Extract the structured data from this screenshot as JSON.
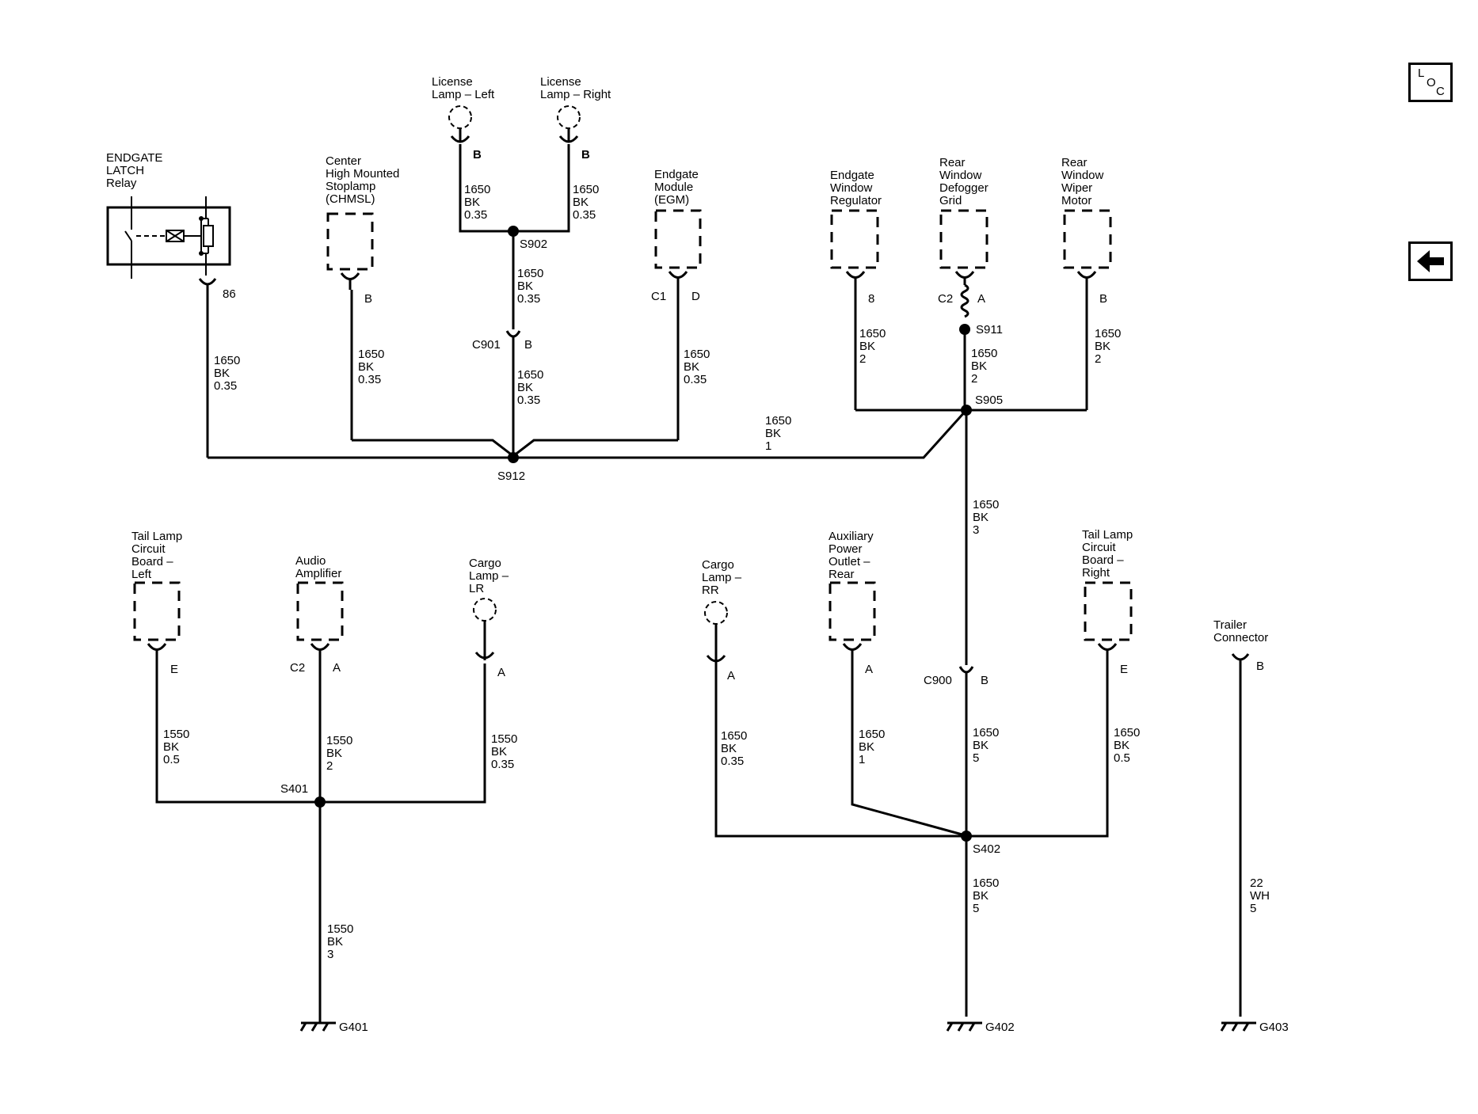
{
  "nav": {
    "loc_button": {
      "l": "L",
      "o": "O",
      "c": "C",
      "icon": "loc-icon"
    },
    "back_button": {
      "icon": "arrow-left-icon"
    }
  },
  "components": {
    "endgate_latch_relay": {
      "label": [
        "ENDGATE",
        "LATCH",
        "Relay"
      ],
      "pin": "86"
    },
    "chmsl": {
      "label": [
        "Center",
        "High Mounted",
        "Stoplamp",
        "(CHMSL)"
      ],
      "pin": "B"
    },
    "license_left": {
      "label": [
        "License",
        "Lamp – Left"
      ],
      "pin": "B"
    },
    "license_right": {
      "label": [
        "License",
        "Lamp – Right"
      ],
      "pin": "B"
    },
    "egm": {
      "label": [
        "Endgate",
        "Module",
        "(EGM)"
      ],
      "conn": "C1",
      "pin": "D"
    },
    "window_regulator": {
      "label": [
        "Endgate",
        "Window",
        "Regulator"
      ],
      "pin": "8"
    },
    "defogger": {
      "label": [
        "Rear",
        "Window",
        "Defogger",
        "Grid"
      ],
      "conn": "C2",
      "pin": "A"
    },
    "wiper_motor": {
      "label": [
        "Rear",
        "Window",
        "Wiper",
        "Motor"
      ],
      "pin": "B"
    },
    "tail_left": {
      "label": [
        "Tail Lamp",
        "Circuit",
        "Board –",
        "Left"
      ],
      "pin": "E"
    },
    "audio_amp": {
      "label": [
        "Audio",
        "Amplifier"
      ],
      "conn": "C2",
      "pin": "A"
    },
    "cargo_lr": {
      "label": [
        "Cargo",
        "Lamp –",
        "LR"
      ],
      "pin": "A"
    },
    "cargo_rr": {
      "label": [
        "Cargo",
        "Lamp –",
        "RR"
      ],
      "pin": "A"
    },
    "aux_outlet": {
      "label": [
        "Auxiliary",
        "Power",
        "Outlet –",
        "Rear"
      ],
      "pin": "A"
    },
    "tail_right": {
      "label": [
        "Tail Lamp",
        "Circuit",
        "Board –",
        "Right"
      ],
      "pin": "E"
    },
    "trailer": {
      "label": [
        "Trailer",
        "Connector"
      ],
      "pin": "B"
    }
  },
  "connectors": {
    "c901": {
      "name": "C901",
      "pin": "B"
    },
    "c900": {
      "name": "C900",
      "pin": "B"
    }
  },
  "splices": [
    "S902",
    "S905",
    "S911",
    "S912",
    "S401",
    "S402"
  ],
  "grounds": [
    "G401",
    "G402",
    "G403"
  ],
  "wires": {
    "relay_86": [
      "1650",
      "BK",
      "0.35"
    ],
    "chmsl": [
      "1650",
      "BK",
      "0.35"
    ],
    "license_left": [
      "1650",
      "BK",
      "0.35"
    ],
    "license_right": [
      "1650",
      "BK",
      "0.35"
    ],
    "s902_c901": [
      "1650",
      "BK",
      "0.35"
    ],
    "c901_s912": [
      "1650",
      "BK",
      "0.35"
    ],
    "egm": [
      "1650",
      "BK",
      "0.35"
    ],
    "s912_s911": [
      "1650",
      "BK",
      "1"
    ],
    "window_regulator": [
      "1650",
      "BK",
      "2"
    ],
    "s905_s911": [
      "1650",
      "BK",
      "2"
    ],
    "wiper_motor": [
      "1650",
      "BK",
      "2"
    ],
    "s911_c900": [
      "1650",
      "BK",
      "3"
    ],
    "tail_left": [
      "1550",
      "BK",
      "0.5"
    ],
    "audio_amp": [
      "1550",
      "BK",
      "2"
    ],
    "cargo_lr": [
      "1550",
      "BK",
      "0.35"
    ],
    "s401_g401": [
      "1550",
      "BK",
      "3"
    ],
    "cargo_rr": [
      "1650",
      "BK",
      "0.35"
    ],
    "aux_outlet": [
      "1650",
      "BK",
      "1"
    ],
    "c900_s402": [
      "1650",
      "BK",
      "5"
    ],
    "tail_right": [
      "1650",
      "BK",
      "0.5"
    ],
    "s402_g402": [
      "1650",
      "BK",
      "5"
    ],
    "trailer": [
      "22",
      "WH",
      "5"
    ]
  }
}
